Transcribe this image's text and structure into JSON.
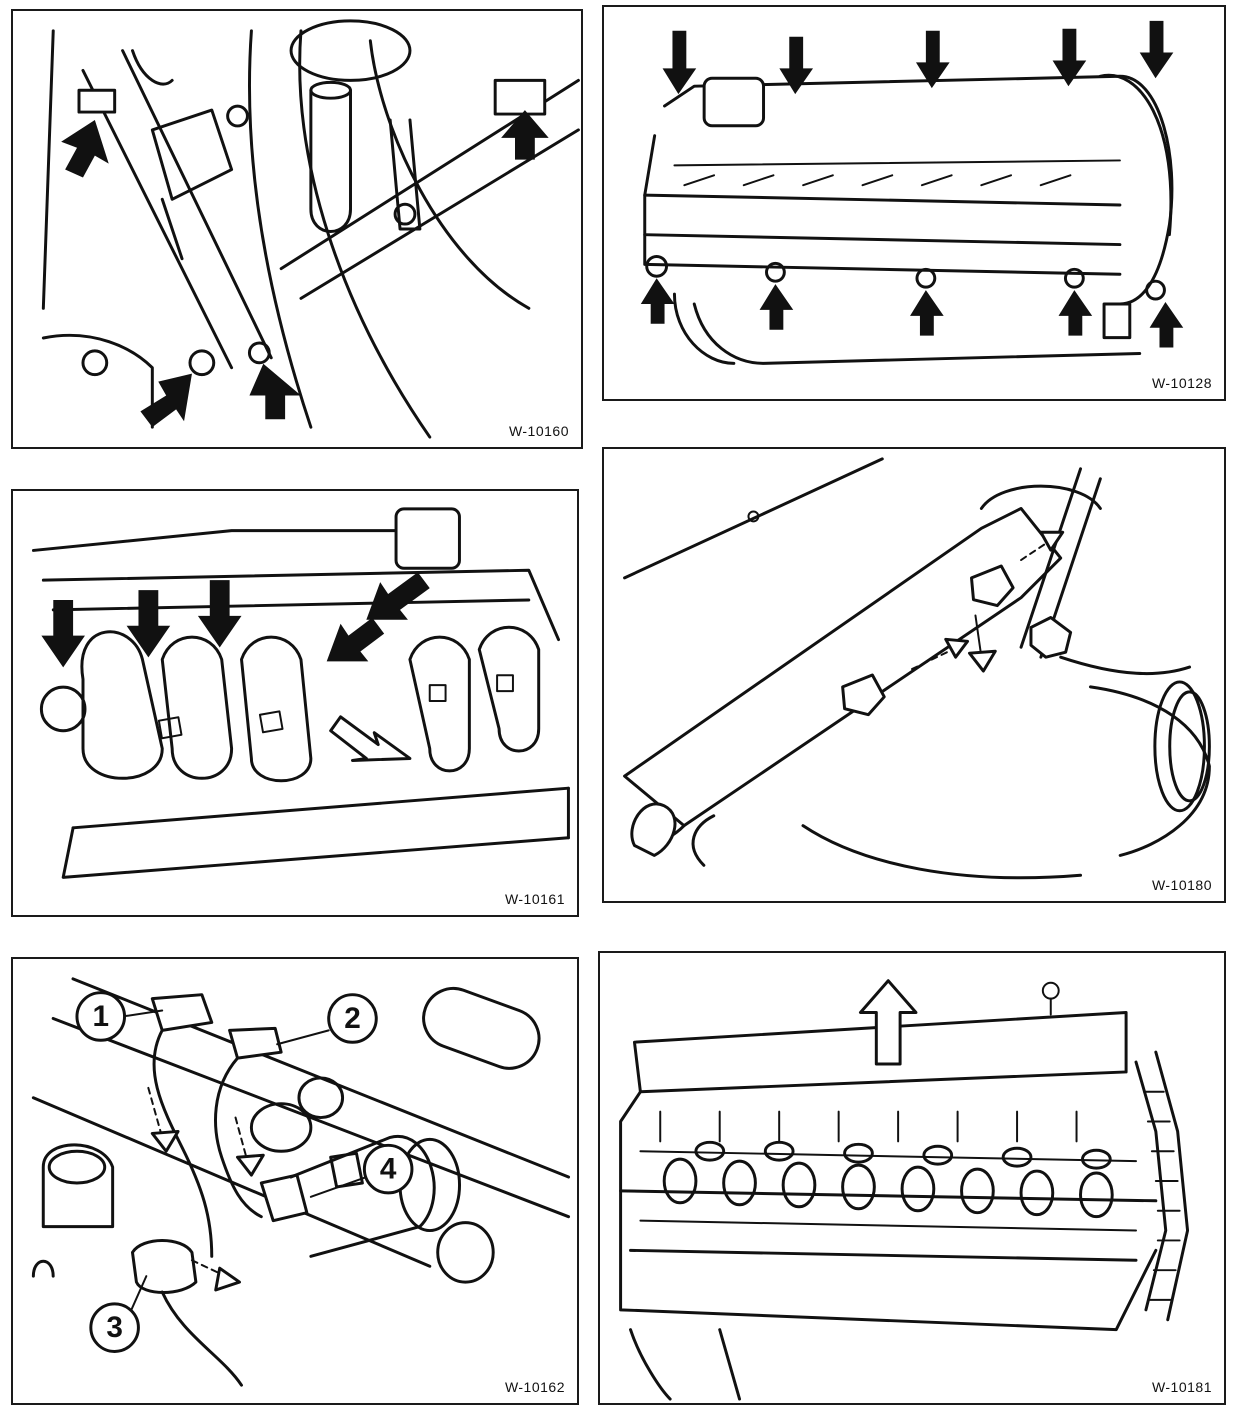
{
  "figures": [
    {
      "id": "fig1",
      "code": "W-10160"
    },
    {
      "id": "fig2",
      "code": "W-10128"
    },
    {
      "id": "fig3",
      "code": "W-10161"
    },
    {
      "id": "fig4",
      "code": "W-10180"
    },
    {
      "id": "fig5",
      "code": "W-10162",
      "callouts": [
        "1",
        "2",
        "3",
        "4"
      ]
    },
    {
      "id": "fig6",
      "code": "W-10181"
    }
  ]
}
